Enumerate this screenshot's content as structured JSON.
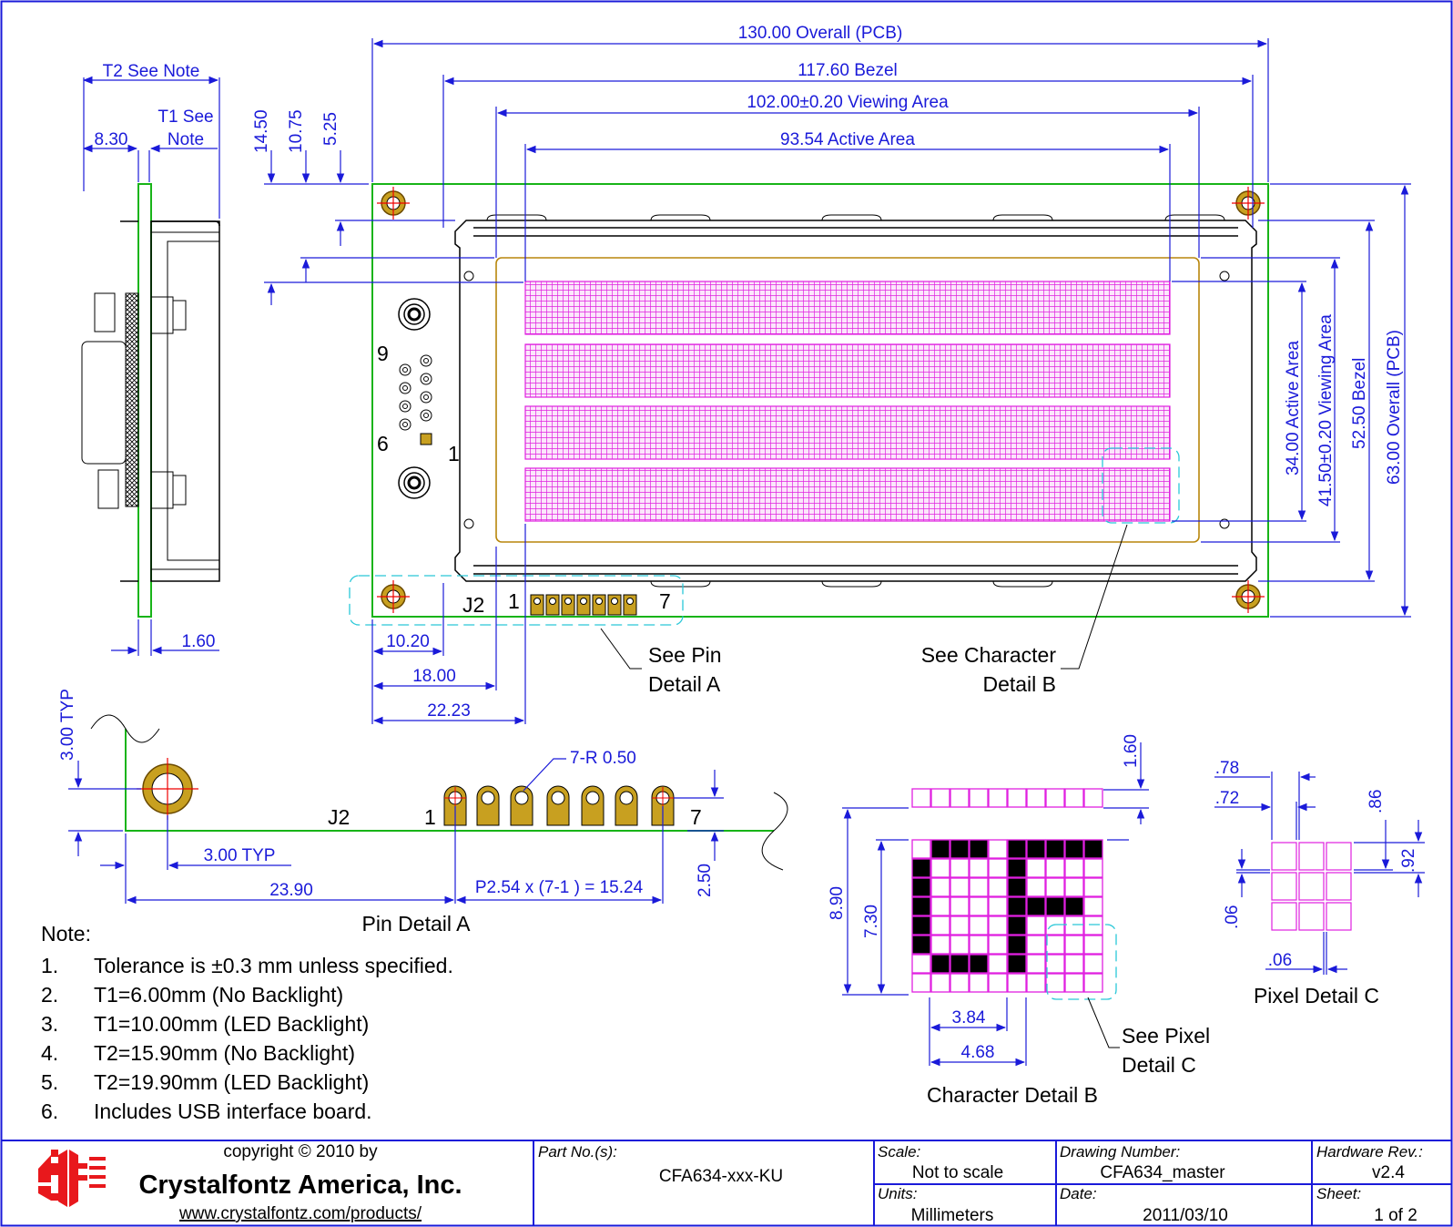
{
  "dimensions": {
    "overall_pcb_w": "130.00 Overall (PCB)",
    "bezel_w": "117.60 Bezel",
    "viewing_area_w": "102.00±0.20 Viewing Area",
    "active_area_w": "93.54 Active Area",
    "t2": "T2 See Note",
    "t1_line1": "T1 See",
    "t1_line2": "Note",
    "side_830": "8.30",
    "v_1450": "14.50",
    "v_1075": "10.75",
    "v_525": "5.25",
    "pcb_thick": "1.60",
    "active_area_h": "34.00 Active Area",
    "viewing_area_h": "41.50±0.20 Viewing Area",
    "bezel_h": "52.50 Bezel",
    "overall_pcb_h": "63.00 Overall (PCB)",
    "d_1020": "10.20",
    "d_1800": "18.00",
    "d_2223": "22.23"
  },
  "front_view": {
    "pin9": "9",
    "pin6": "6",
    "pin1": "1",
    "j2": "J2",
    "j2_pin1": "1",
    "j2_pin7": "7",
    "see_pin_1": "See Pin",
    "see_pin_2": "Detail A",
    "see_char_1": "See Character",
    "see_char_2": "Detail B"
  },
  "pin_detail": {
    "title": "Pin Detail A",
    "typ_300_v": "3.00 TYP",
    "typ_300_h": "3.00 TYP",
    "r050": "7-R 0.50",
    "j2": "J2",
    "p1": "1",
    "p7": "7",
    "d_2390": "23.90",
    "pitch": "P2.54 x (7-1 ) = 15.24",
    "d_250": "2.50"
  },
  "char_detail": {
    "title": "Character Detail B",
    "d_160": "1.60",
    "d_890": "8.90",
    "d_730": "7.30",
    "d_384": "3.84",
    "d_468": "4.68",
    "see_pixel_1": "See Pixel",
    "see_pixel_2": "Detail C"
  },
  "pixel_detail": {
    "title": "Pixel Detail C",
    "d_078": ".78",
    "d_072": ".72",
    "d_086": ".86",
    "d_092": ".92",
    "d_006v": ".06",
    "d_006h": ".06"
  },
  "notes": {
    "heading": "Note:",
    "items": [
      {
        "num": "1.",
        "text": "Tolerance is ±0.3 mm unless specified."
      },
      {
        "num": "2.",
        "text": "T1=6.00mm (No Backlight)"
      },
      {
        "num": "3.",
        "text": "T1=10.00mm (LED Backlight)"
      },
      {
        "num": "4.",
        "text": "T2=15.90mm (No Backlight)"
      },
      {
        "num": "5.",
        "text": "T2=19.90mm (LED Backlight)"
      },
      {
        "num": "6.",
        "text": "Includes USB interface board."
      }
    ]
  },
  "title_block": {
    "copyright": "copyright © 2010 by",
    "company": "Crystalfontz America, Inc.",
    "url": "www.crystalfontz.com/products/",
    "part_label": "Part No.(s):",
    "part_value": "CFA634-xxx-KU",
    "scale_label": "Scale:",
    "scale_value": "Not to scale",
    "units_label": "Units:",
    "units_value": "Millimeters",
    "drawing_label": "Drawing Number:",
    "drawing_value": "CFA634_master",
    "date_label": "Date:",
    "date_value": "2011/03/10",
    "hw_label": "Hardware Rev.:",
    "hw_value": "v2.4",
    "sheet_label": "Sheet:",
    "sheet_value": "1 of  2"
  },
  "colors": {
    "dimension": "#1a1ad9",
    "pcb": "#18b418",
    "pixel": "#e020e0",
    "detail_circle": "#2ac8d8",
    "pad": "#c8a020",
    "logo": "#e8181c"
  }
}
